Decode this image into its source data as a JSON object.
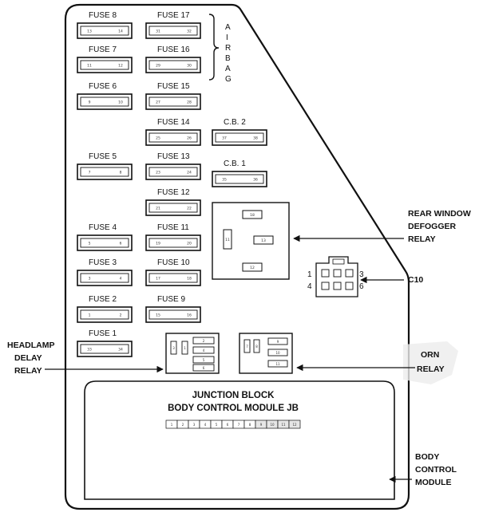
{
  "fuses": [
    {
      "name": "FUSE 8",
      "pins": [
        "13",
        "14"
      ]
    },
    {
      "name": "FUSE 17",
      "pins": [
        "31",
        "32"
      ]
    },
    {
      "name": "FUSE 7",
      "pins": [
        "11",
        "12"
      ]
    },
    {
      "name": "FUSE 16",
      "pins": [
        "29",
        "30"
      ]
    },
    {
      "name": "FUSE 6",
      "pins": [
        "9",
        "10"
      ]
    },
    {
      "name": "FUSE 15",
      "pins": [
        "27",
        "28"
      ]
    },
    {
      "name": "FUSE 14",
      "pins": [
        "25",
        "26"
      ]
    },
    {
      "name": "C.B. 2",
      "pins": [
        "37",
        "38"
      ]
    },
    {
      "name": "FUSE 5",
      "pins": [
        "7",
        "8"
      ]
    },
    {
      "name": "FUSE 13",
      "pins": [
        "23",
        "24"
      ]
    },
    {
      "name": "C.B. 1",
      "pins": [
        "35",
        "36"
      ]
    },
    {
      "name": "FUSE 12",
      "pins": [
        "21",
        "22"
      ]
    },
    {
      "name": "FUSE 4",
      "pins": [
        "5",
        "6"
      ]
    },
    {
      "name": "FUSE 11",
      "pins": [
        "19",
        "20"
      ]
    },
    {
      "name": "FUSE 3",
      "pins": [
        "3",
        "4"
      ]
    },
    {
      "name": "FUSE 10",
      "pins": [
        "17",
        "18"
      ]
    },
    {
      "name": "FUSE 2",
      "pins": [
        "1",
        "2"
      ]
    },
    {
      "name": "FUSE 9",
      "pins": [
        "15",
        "16"
      ]
    },
    {
      "name": "FUSE 1",
      "pins": [
        "33",
        "34"
      ]
    }
  ],
  "airbag_letters": [
    "A",
    "I",
    "R",
    "B",
    "A",
    "G"
  ],
  "relay_pins": {
    "rear": [
      "18",
      "11",
      "13",
      "12"
    ],
    "headlamp": [
      "3",
      "1",
      "2",
      "4",
      "5",
      "6"
    ],
    "horn": [
      "7",
      "8",
      "9",
      "10",
      "11"
    ]
  },
  "c10": {
    "pins": [
      "1",
      "3",
      "4",
      "6"
    ],
    "label": "C10"
  },
  "callouts": {
    "rear_window": [
      "REAR WINDOW",
      "DEFOGGER",
      "RELAY"
    ],
    "headlamp": [
      "HEADLAMP",
      "DELAY",
      "RELAY"
    ],
    "horn": [
      "ORN",
      "RELAY"
    ],
    "body_control": [
      "BODY",
      "CONTROL",
      "MODULE"
    ]
  },
  "junction_block": {
    "title1": "JUNCTION BLOCK",
    "title2": "BODY CONTROL MODULE JB",
    "pins": [
      "1",
      "2",
      "3",
      "4",
      "5",
      "6",
      "7",
      "8",
      "9",
      "10",
      "11",
      "12"
    ]
  }
}
